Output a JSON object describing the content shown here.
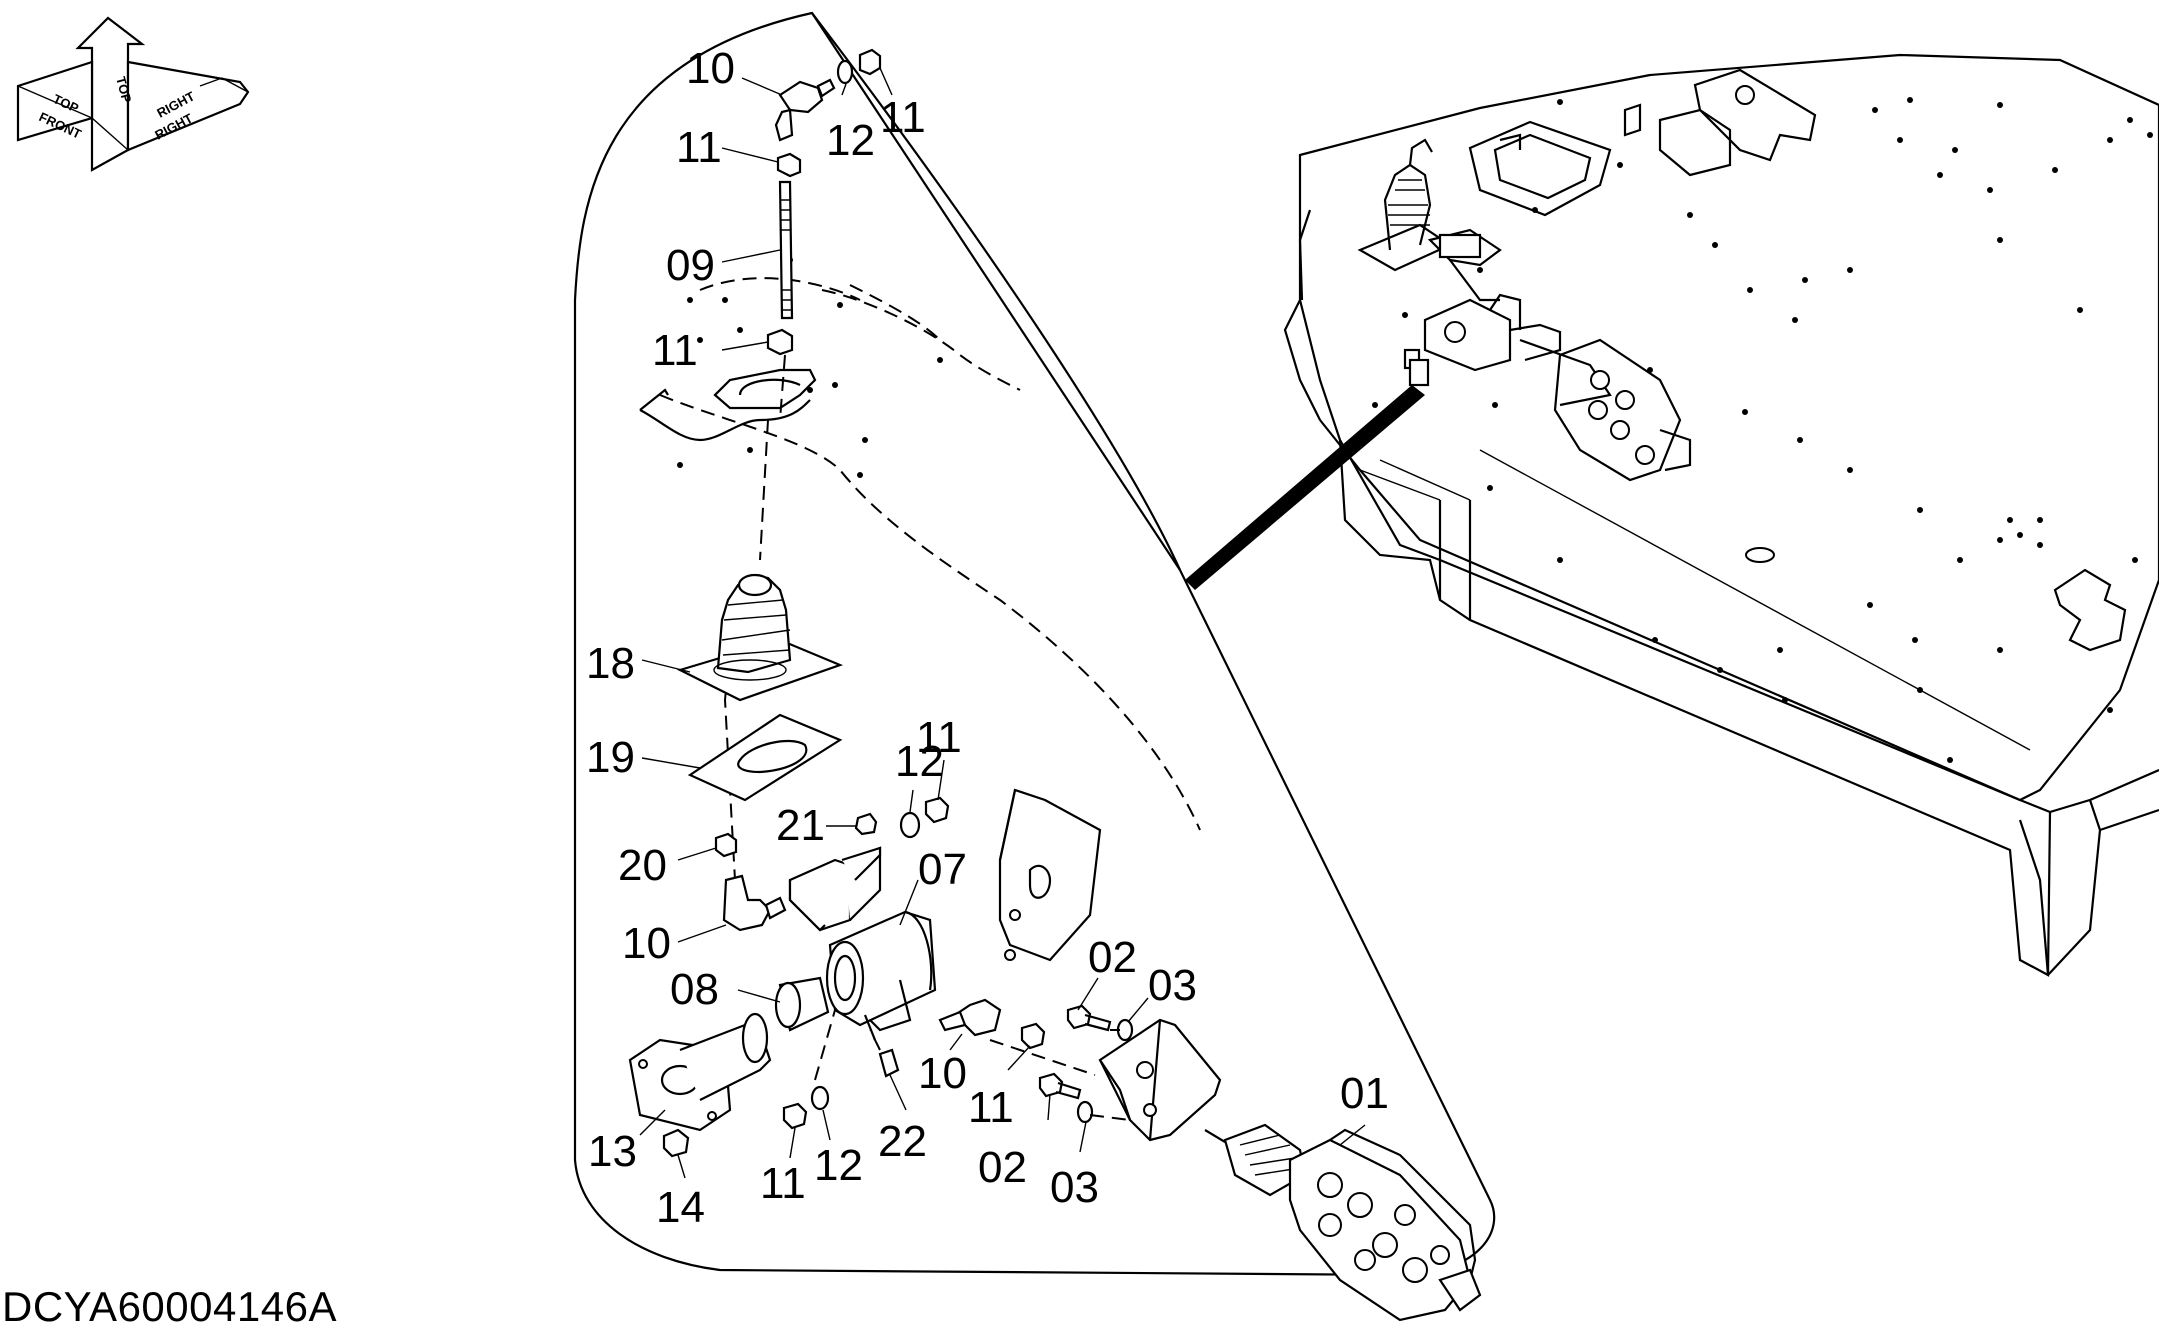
{
  "drawing_id": "DCYA60004146A",
  "orientation_indicator": {
    "top": "TOP",
    "front": "FRONT",
    "right": "RIGHT"
  },
  "callouts": [
    {
      "label": "10",
      "part": "ball joint (upper)"
    },
    {
      "label": "11",
      "part": "nut (upper right)"
    },
    {
      "label": "12",
      "part": "washer (upper)"
    },
    {
      "label": "11",
      "part": "nut (upper left)"
    },
    {
      "label": "09",
      "part": "rod"
    },
    {
      "label": "11",
      "part": "nut (rod lower)"
    },
    {
      "label": "18",
      "part": "lever boot"
    },
    {
      "label": "19",
      "part": "gasket plate"
    },
    {
      "label": "12",
      "part": "washer (middle)"
    },
    {
      "label": "11",
      "part": "nut (middle)"
    },
    {
      "label": "21",
      "part": "bolt"
    },
    {
      "label": "20",
      "part": "bolt"
    },
    {
      "label": "07",
      "part": "lever bracket"
    },
    {
      "label": "10",
      "part": "ball joint (lever)"
    },
    {
      "label": "08",
      "part": "bushing"
    },
    {
      "label": "02",
      "part": "bolt (upper)"
    },
    {
      "label": "03",
      "part": "washer (upper)"
    },
    {
      "label": "10",
      "part": "ball joint (valve)"
    },
    {
      "label": "11",
      "part": "nut (valve)"
    },
    {
      "label": "02",
      "part": "bolt (lower)"
    },
    {
      "label": "03",
      "part": "washer (lower)"
    },
    {
      "label": "01",
      "part": "control valve"
    },
    {
      "label": "13",
      "part": "support plate"
    },
    {
      "label": "14",
      "part": "bolt"
    },
    {
      "label": "11",
      "part": "nut (lower)"
    },
    {
      "label": "12",
      "part": "washer (lower)"
    },
    {
      "label": "22",
      "part": "set screw"
    }
  ],
  "colors": {
    "line": "#000000",
    "background": "#ffffff"
  }
}
